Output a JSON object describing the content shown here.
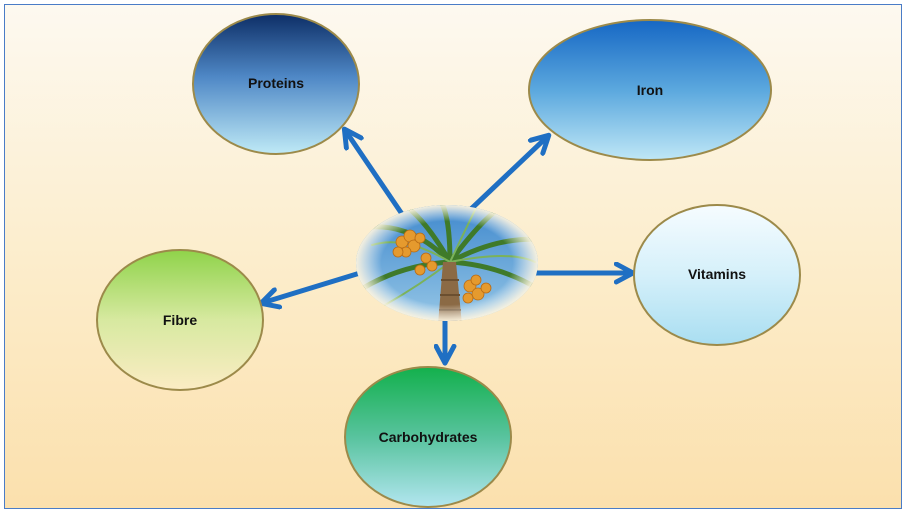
{
  "diagram": {
    "center": {
      "icon": "date-palm-tree-icon"
    },
    "nodes": [
      {
        "id": "proteins",
        "label": "Proteins"
      },
      {
        "id": "iron",
        "label": "Iron"
      },
      {
        "id": "vitamins",
        "label": "Vitamins"
      },
      {
        "id": "fibre",
        "label": "Fibre"
      },
      {
        "id": "carbohydrates",
        "label": "Carbohydrates"
      }
    ],
    "colors": {
      "arrow": "#1f6fc3",
      "node_border": "#9c8a4a"
    }
  }
}
